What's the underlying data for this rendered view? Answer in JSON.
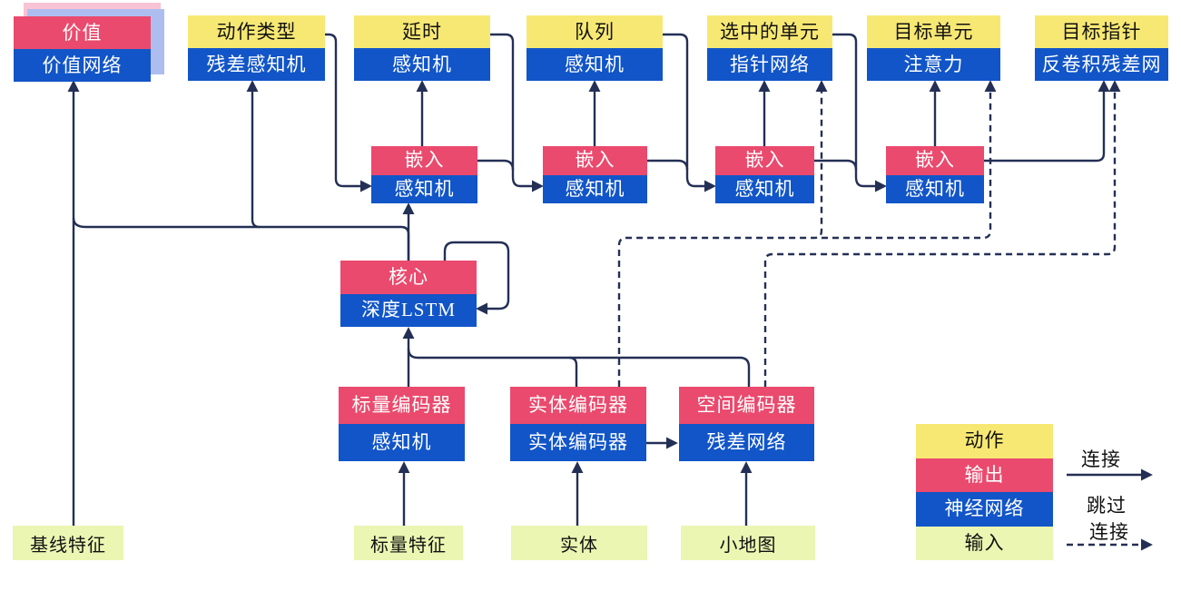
{
  "diagram_title": "agent-architecture-diagram",
  "nodes": {
    "value": {
      "top": "价值",
      "bottom": "价值网络"
    },
    "action_type": {
      "top": "动作类型",
      "bottom": "残差感知机"
    },
    "delay": {
      "top": "延时",
      "bottom": "感知机"
    },
    "queue": {
      "top": "队列",
      "bottom": "感知机"
    },
    "selected_units": {
      "top": "选中的单元",
      "bottom": "指针网络"
    },
    "target_unit": {
      "top": "目标单元",
      "bottom": "注意力"
    },
    "target_pointer": {
      "top": "目标指针",
      "bottom": "反卷积残差网"
    },
    "embed": {
      "top": "嵌入",
      "bottom": "感知机"
    },
    "core": {
      "top": "核心",
      "bottom": "深度LSTM"
    },
    "scalar_encoder": {
      "top": "标量编码器",
      "bottom": "感知机"
    },
    "entity_encoder": {
      "top": "实体编码器",
      "bottom": "实体编码器"
    },
    "spatial_encoder": {
      "top": "空间编码器",
      "bottom": "残差网络"
    },
    "baseline_features": "基线特征",
    "scalar_features": "标量特征",
    "entities": "实体",
    "minimap": "小地图"
  },
  "legend": {
    "action": "动作",
    "output": "输出",
    "neural_network": "神经网络",
    "input": "输入",
    "connection_label": "连接",
    "skip_label_line1": "跳过",
    "skip_label_line2": "连接"
  },
  "colors": {
    "action_yellow": "#f7e874",
    "output_red": "#ea4a6d",
    "network_blue": "#1155c8",
    "input_green": "#eaf6b2",
    "line_navy": "#232f55",
    "shadow_pink": "#f8c3d4",
    "shadow_blue": "#aebdf0"
  }
}
